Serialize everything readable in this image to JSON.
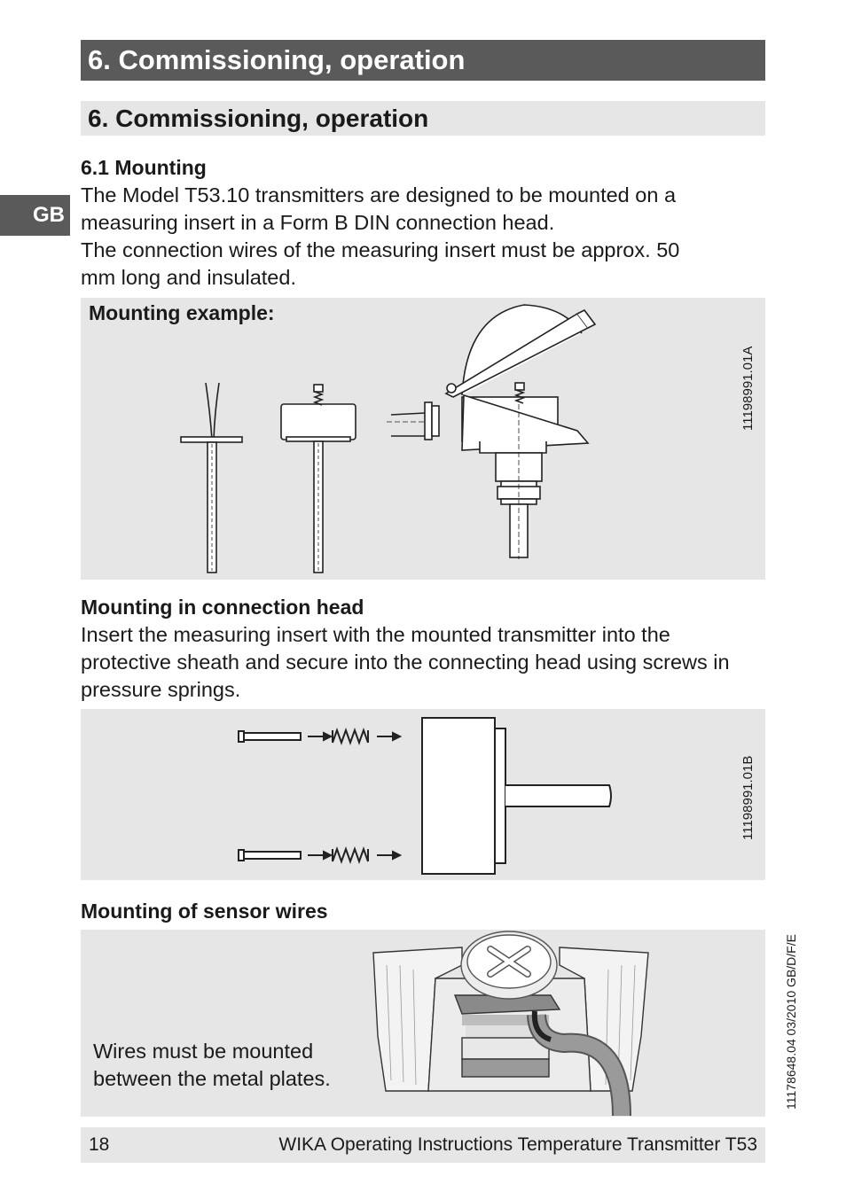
{
  "header": {
    "title": "6. Commissioning, operation"
  },
  "section": {
    "title": "6. Commissioning, operation"
  },
  "lang_tab": "GB",
  "mounting": {
    "heading": "6.1 Mounting",
    "paragraphs": [
      "The Model T53.10 transmitters are designed to be mounted on a measuring insert in a Form B DIN connection head.",
      "The connection wires of the measuring insert must be approx. 50 mm long and insulated."
    ]
  },
  "figure_a": {
    "label": "Mounting example:",
    "code": "11198991.01A"
  },
  "connection_head": {
    "heading": "Mounting in connection head",
    "text": "Insert the measuring insert with the mounted transmitter into the protective sheath and secure into the connecting head using screws in pressure springs."
  },
  "figure_b": {
    "code": "11198991.01B"
  },
  "sensor_wires": {
    "heading": "Mounting of sensor wires",
    "note_line1": "Wires must be mounted",
    "note_line2": "between the metal plates."
  },
  "doc_code": "11178648.04 03/2010 GB/D/F/E",
  "footer": {
    "page_number": "18",
    "title": "WIKA Operating Instructions Temperature Transmitter T53"
  }
}
